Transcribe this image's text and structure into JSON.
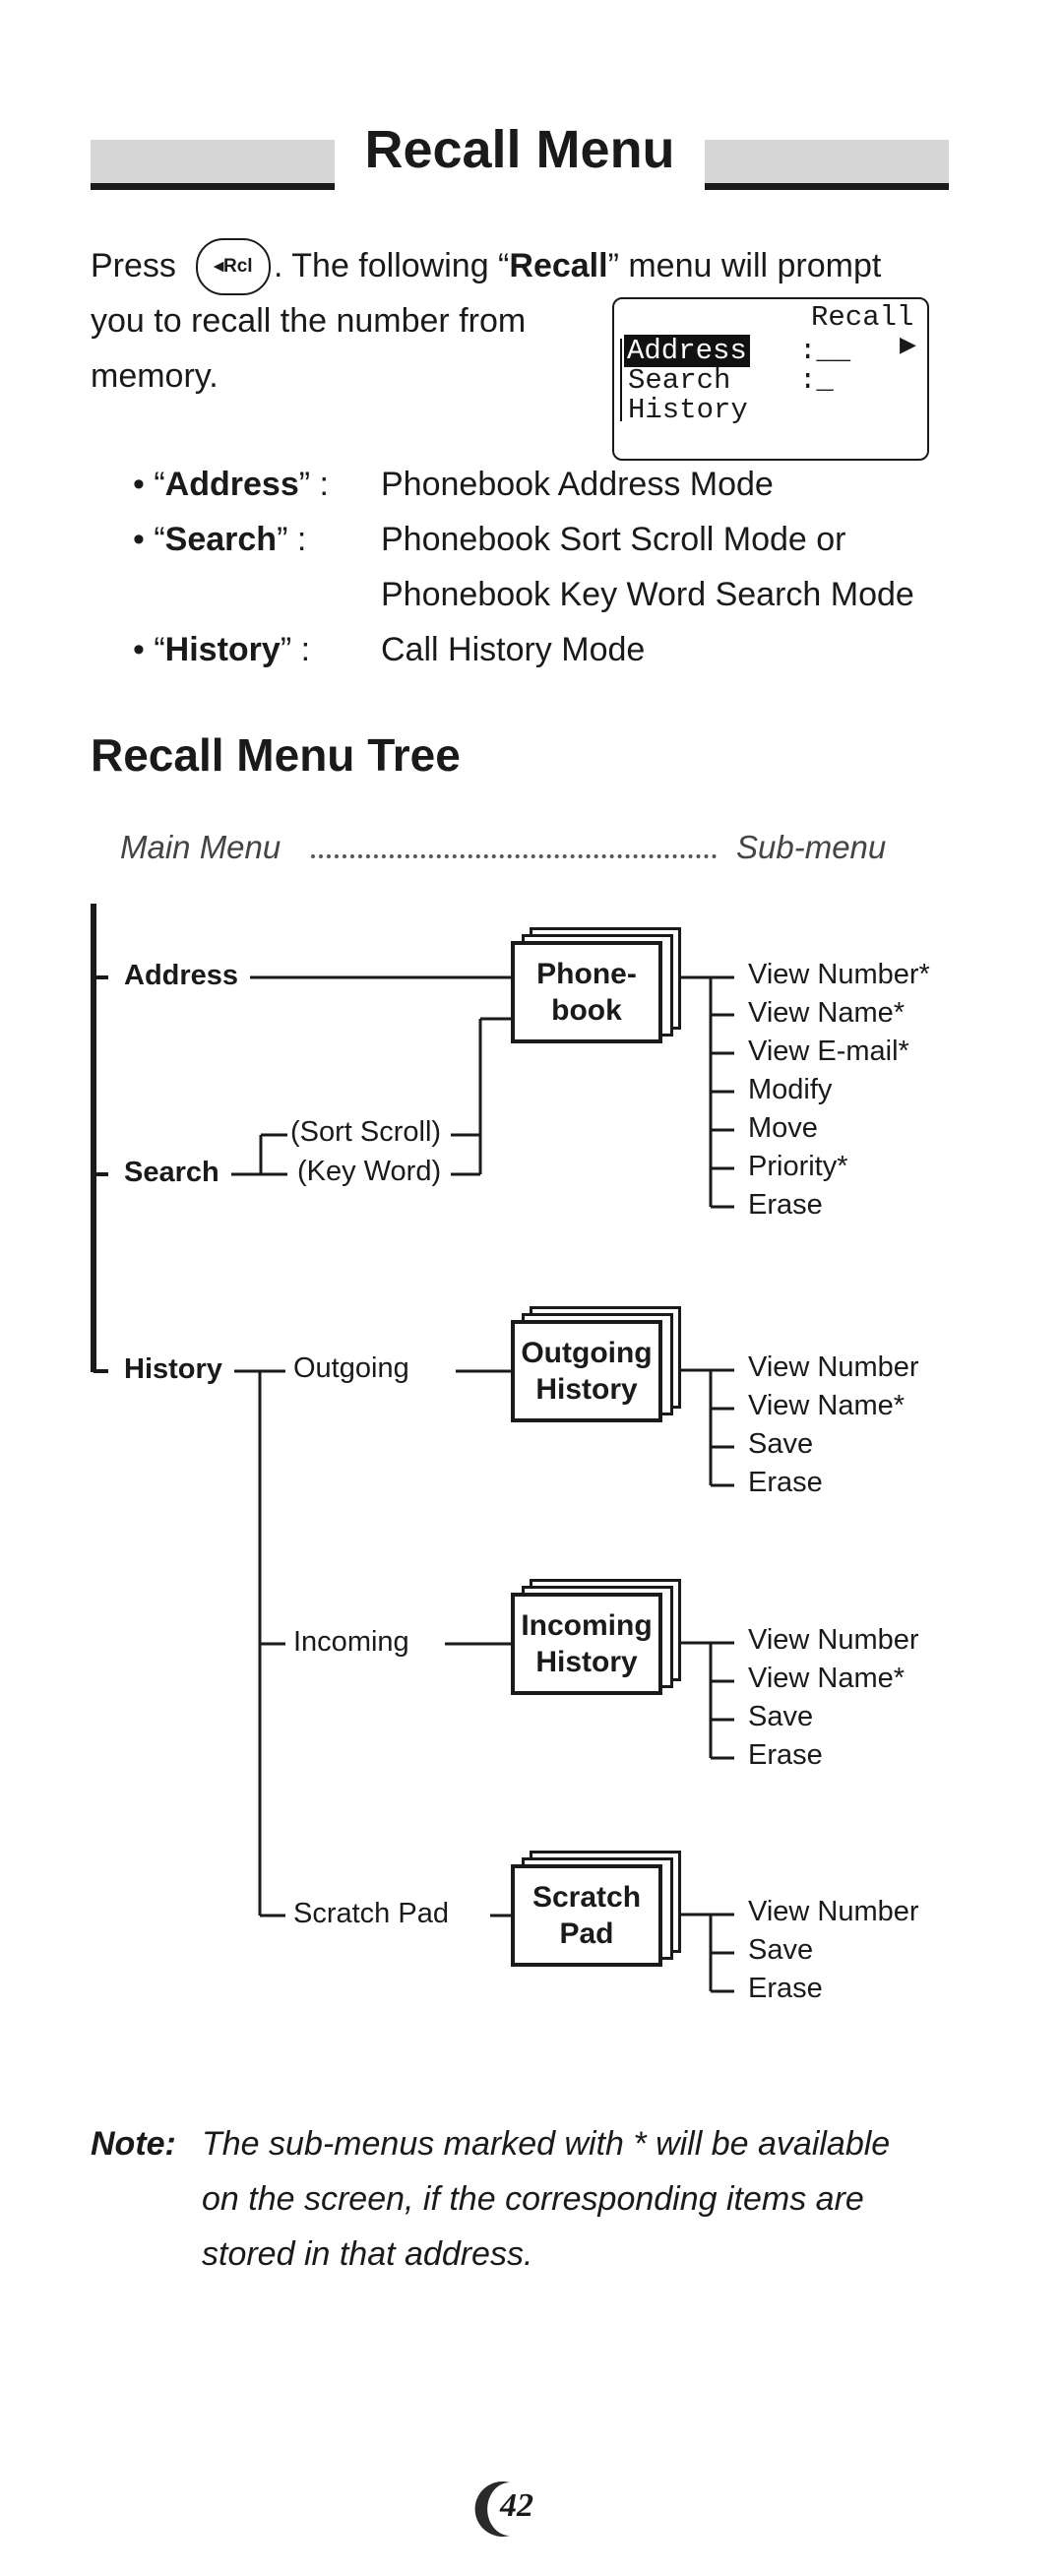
{
  "title": "Recall Menu",
  "intro": {
    "press": "Press",
    "key_label": "◂Rcl",
    "line1_rest": ". The following “",
    "recall_word": "Recall",
    "line1_end": "” menu will prompt",
    "line2": "you to recall the number from",
    "line3": "memory."
  },
  "lcd": {
    "title": "Recall",
    "rows": [
      {
        "label": "Address",
        "value": ":__",
        "arrow": "▶"
      },
      {
        "label": "Search",
        "value": ":_"
      },
      {
        "label": "History",
        "value": ""
      }
    ]
  },
  "bullets": [
    {
      "open": "• “",
      "term": "Address",
      "close": "” :",
      "desc": "Phonebook Address Mode"
    },
    {
      "open": "• “",
      "term": "Search",
      "close": "” :",
      "desc": "Phonebook Sort Scroll Mode or"
    },
    {
      "open": "",
      "term": "",
      "close": "",
      "desc": "Phonebook Key Word Search Mode"
    },
    {
      "open": "• “",
      "term": "History",
      "close": "” :",
      "desc": "Call History Mode"
    }
  ],
  "tree_heading": "Recall Menu Tree",
  "tree": {
    "main_menu_label": "Main Menu",
    "sub_menu_label": "Sub-menu",
    "main_items": [
      "Address",
      "Search",
      "History"
    ],
    "search_branches": [
      "(Sort Scroll)",
      "(Key Word)"
    ],
    "history_branches": [
      "Outgoing",
      "Incoming",
      "Scratch Pad"
    ],
    "boxes": [
      {
        "line1": "Phone-",
        "line2": "book"
      },
      {
        "line1": "Outgoing",
        "line2": "History"
      },
      {
        "line1": "Incoming",
        "line2": "History"
      },
      {
        "line1": "Scratch",
        "line2": "Pad"
      }
    ],
    "submenus": [
      [
        "View Number*",
        "View Name*",
        "View E-mail*",
        "Modify",
        "Move",
        "Priority*",
        "Erase"
      ],
      [
        "View Number",
        "View Name*",
        "Save",
        "Erase"
      ],
      [
        "View Number",
        "View Name*",
        "Save",
        "Erase"
      ],
      [
        "View Number",
        "Save",
        "Erase"
      ]
    ]
  },
  "note": {
    "label": "Note:",
    "line1": "The sub-menus marked with * will be available",
    "line2": "on the screen, if the corresponding items are",
    "line3": "stored in that address."
  },
  "page_number": "42"
}
